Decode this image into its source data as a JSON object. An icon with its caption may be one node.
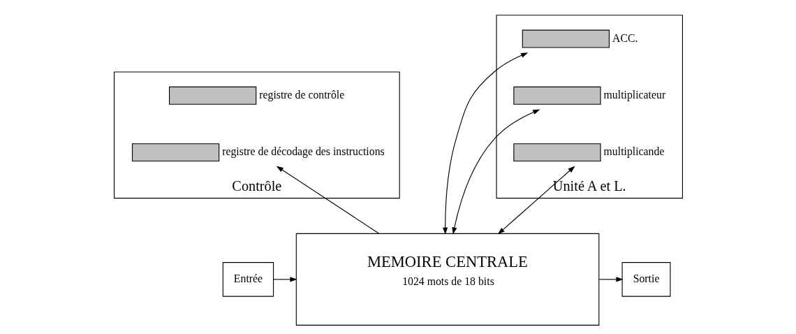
{
  "diagram": {
    "nodes": [
      {
        "text": [
          "Contrôle"
        ]
      },
      {
        "text": [],
        "shape": "bar",
        "beside": [
          "registre de contrôle"
        ],
        "in": 0
      },
      {
        "text": [],
        "shape": "bar",
        "beside": [
          "registre de décodage des instructions"
        ],
        "in": 0
      },
      {
        "text": [
          "Unité A et L."
        ]
      },
      {
        "text": [],
        "shape": "bar",
        "beside": [
          "ACC."
        ],
        "in": 3
      },
      {
        "text": [],
        "shape": "bar",
        "beside": [
          "multiplicateur"
        ],
        "in": 3
      },
      {
        "text": [],
        "shape": "bar",
        "beside": [
          "multiplicande"
        ],
        "in": 3
      },
      {
        "text": [
          "MEMOIRE CENTRALE",
          "1024 mots de 18 bits"
        ]
      },
      {
        "text": [
          "Entrée"
        ]
      },
      {
        "text": [
          "Sortie"
        ]
      }
    ],
    "edges": [
      {
        "from": 7,
        "to": 2,
        "arrow": "to"
      },
      {
        "from": 7,
        "to": 6,
        "arrow": "both"
      },
      {
        "from": 7,
        "to": 5,
        "arrow": "both"
      },
      {
        "from": 7,
        "to": 4,
        "arrow": "both"
      },
      {
        "from": 8,
        "to": 7,
        "arrow": "to"
      },
      {
        "from": 7,
        "to": 9,
        "arrow": "to"
      }
    ]
  }
}
